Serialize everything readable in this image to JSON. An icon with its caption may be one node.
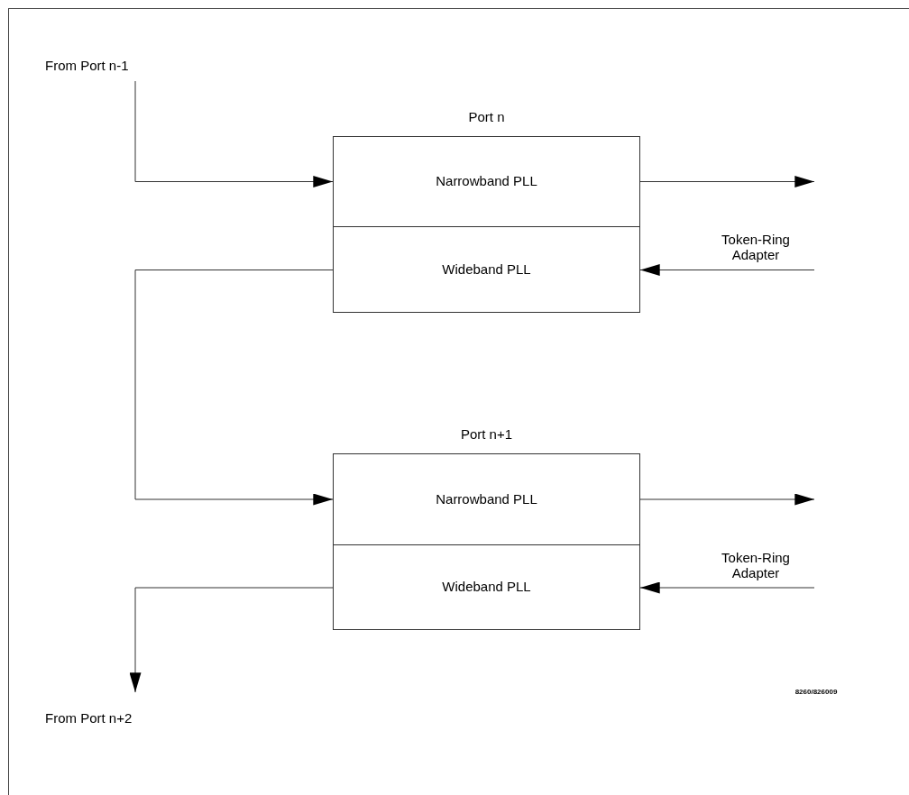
{
  "diagram": {
    "nodes": [
      {
        "text": [
          "From Port n-1"
        ]
      },
      {
        "text": [
          "Port n"
        ]
      },
      {
        "text": [
          "Narrowband PLL"
        ],
        "in": 1
      },
      {
        "text": [
          "Wideband PLL"
        ],
        "in": 1
      },
      {
        "text": [
          "Port n+1"
        ]
      },
      {
        "text": [
          "Narrowband PLL"
        ],
        "in": 4
      },
      {
        "text": [
          "Wideband PLL"
        ],
        "in": 4
      },
      {
        "text": [
          "From Port n+2"
        ]
      }
    ],
    "edges": [
      {
        "from": 0,
        "to": 2,
        "arrow": "to"
      },
      {
        "from": 3,
        "to": 5,
        "arrow": "to"
      },
      {
        "from": 6,
        "to": 7,
        "arrow": "to"
      },
      {
        "from": 2,
        "to": null,
        "arrow": "to"
      },
      {
        "from": null,
        "to": 3,
        "arrow": "to"
      },
      {
        "from": 5,
        "to": null,
        "arrow": "to"
      },
      {
        "from": null,
        "to": 6,
        "arrow": "to"
      }
    ],
    "labels": [
      "Token-Ring Adapter",
      "Token-Ring Adapter",
      "8260/826009"
    ]
  }
}
